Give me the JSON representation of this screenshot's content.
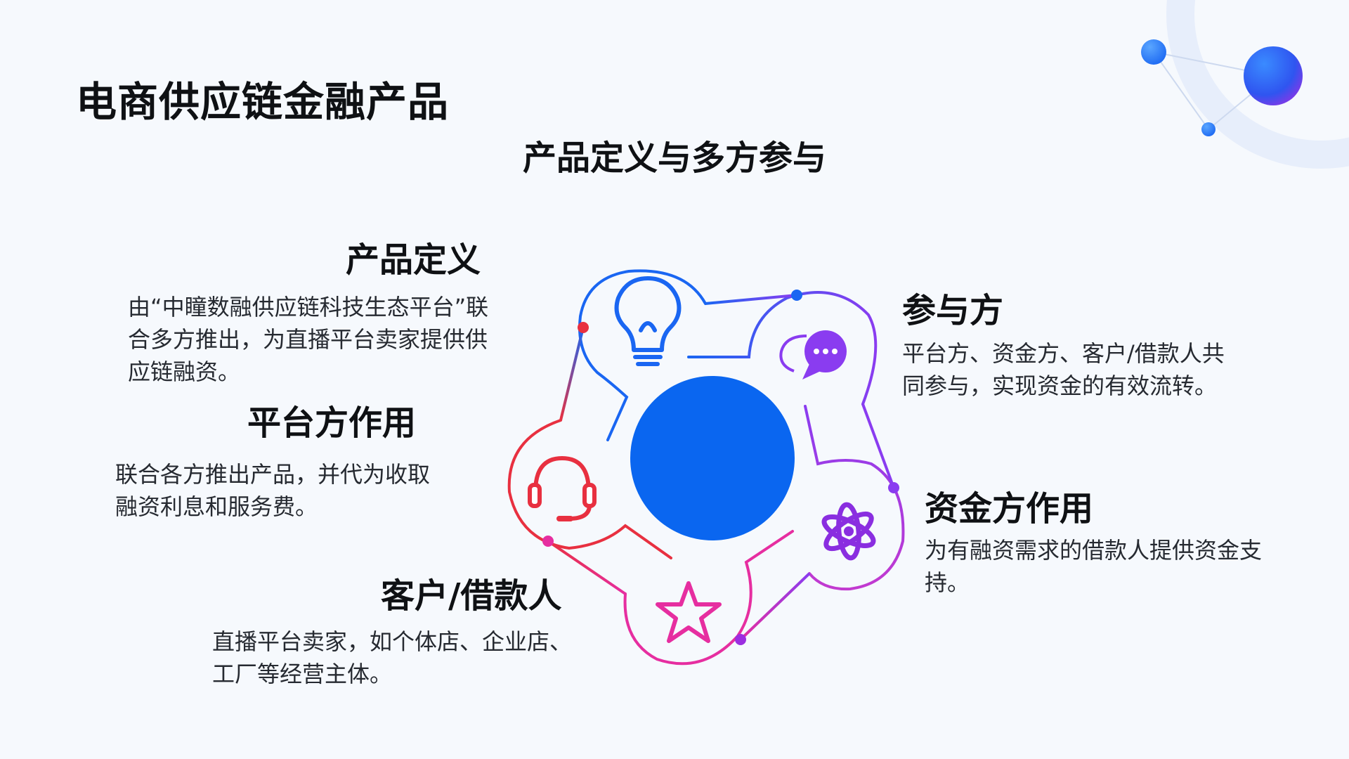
{
  "slide": {
    "title": "电商供应链金融产品",
    "subtitle": "产品定义与多方参与"
  },
  "sections": {
    "definition": {
      "heading": "产品定义",
      "text": "由“中瞳数融供应链科技生态平台”联合多方推出，为直播平台卖家提供供应链融资。"
    },
    "platform": {
      "heading": "平台方作用",
      "text": "联合各方推出产品，并代为收取融资利息和服务费。"
    },
    "customer": {
      "heading": "客户/借款人",
      "text": "直播平台卖家，如个体店、企业店、工厂等经营主体。"
    },
    "participants": {
      "heading": "参与方",
      "text": "平台方、资金方、客户/借款人共同参与，实现资金的有效流转。"
    },
    "funder": {
      "heading": "资金方作用",
      "text": "为有融资需求的借款人提供资金支持。"
    }
  },
  "icons": [
    "lightbulb-icon",
    "chat-bubbles-icon",
    "atom-icon",
    "star-icon",
    "headset-icon"
  ],
  "colors": {
    "center": "#0a66f0",
    "blue": "#1a66f2",
    "purple": "#8a3cf0",
    "magenta": "#e62ea0",
    "red": "#e83040",
    "text": "#0f1114"
  }
}
